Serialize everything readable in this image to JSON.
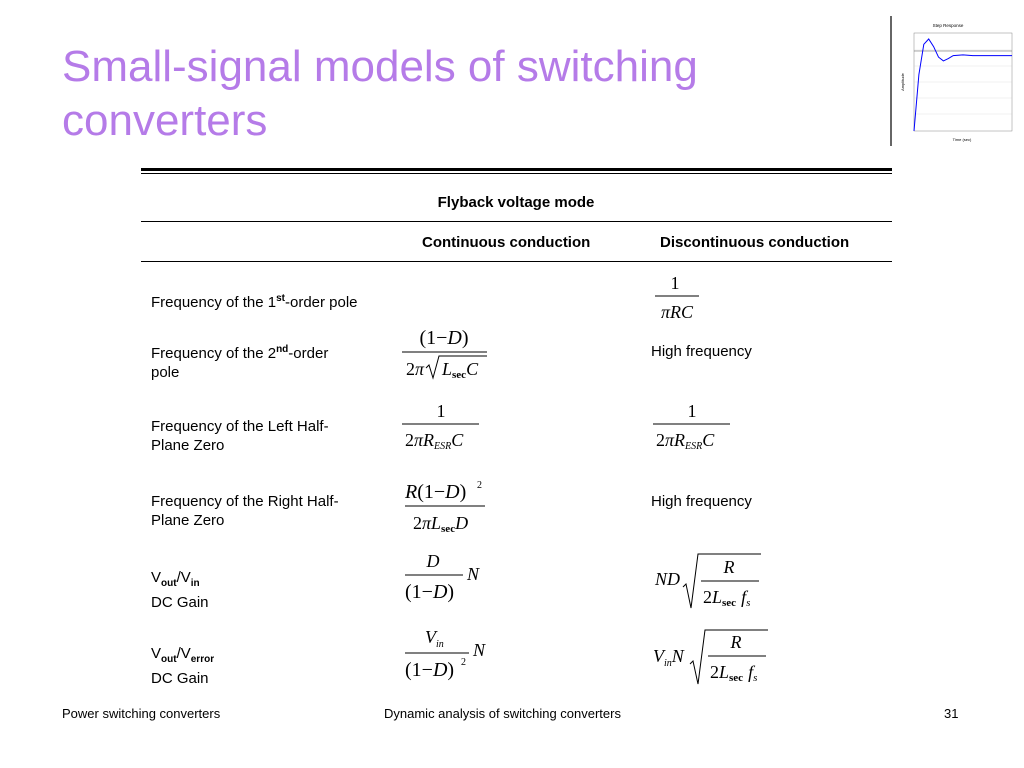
{
  "slide": {
    "title_line1": "Small-signal models of switching",
    "title_line2": "converters",
    "accent_color": "#b57be8",
    "thumbnail": {
      "chart_title": "Step Response",
      "ylabel": "Amplitude",
      "xlabel": "Time (sec)",
      "curve_color": "#0000ff",
      "chart_data": {
        "type": "line",
        "title": "Step Response",
        "xlabel": "Time (sec)",
        "ylabel": "Amplitude",
        "x": [
          0,
          0.5,
          1,
          1.5,
          2,
          2.5,
          3,
          3.5,
          4,
          5,
          6,
          7,
          8,
          9,
          10
        ],
        "y": [
          0,
          0.75,
          1.15,
          1.22,
          1.12,
          0.98,
          0.93,
          0.96,
          1.0,
          1.01,
          1.0,
          1.0,
          1.0,
          1.0,
          1.0
        ]
      }
    }
  },
  "table": {
    "caption": "Flyback voltage mode",
    "col_continuous": "Continuous conduction",
    "col_discontinuous": "Discontinuous conduction",
    "rows": [
      {
        "label_pre": "Frequency of the 1",
        "label_sup": "st",
        "label_post": "-order pole"
      },
      {
        "label_pre": "Frequency of the 2",
        "label_sup": "nd",
        "label_post": "-order",
        "label_line2": "pole",
        "disc_text": "High frequency"
      },
      {
        "label_line1": "Frequency of the Left Half-",
        "label_line2": "Plane Zero"
      },
      {
        "label_line1": "Frequency of the Right Half-",
        "label_line2": "Plane Zero",
        "disc_text": "High frequency"
      },
      {
        "label_v": "V",
        "label_sub1": "out",
        "label_slash": "/V",
        "label_sub2": "in",
        "label_line2": "DC Gain"
      },
      {
        "label_v": "V",
        "label_sub1": "out",
        "label_slash": "/V",
        "label_sub2": "error",
        "label_line2": "DC Gain"
      }
    ],
    "formulas": {
      "one": "1",
      "pi_rc": "πRC",
      "one_minus_d": "(1−D)",
      "two_pi": "2π",
      "l_sec_c": "LsecC",
      "two_pi_resr_c": "2πRESRC",
      "r_one_minus_d_sq": "R(1−D)²",
      "two_pi_lsec_d": "2πLsecD",
      "d": "D",
      "n": "N",
      "nd": "ND",
      "r": "R",
      "two_lsec_fs": "2Lsec fs",
      "vin": "Vin",
      "vin_n": "VinN"
    }
  },
  "footer": {
    "left": "Power switching converters",
    "center": "Dynamic analysis of switching converters",
    "page": "31"
  }
}
